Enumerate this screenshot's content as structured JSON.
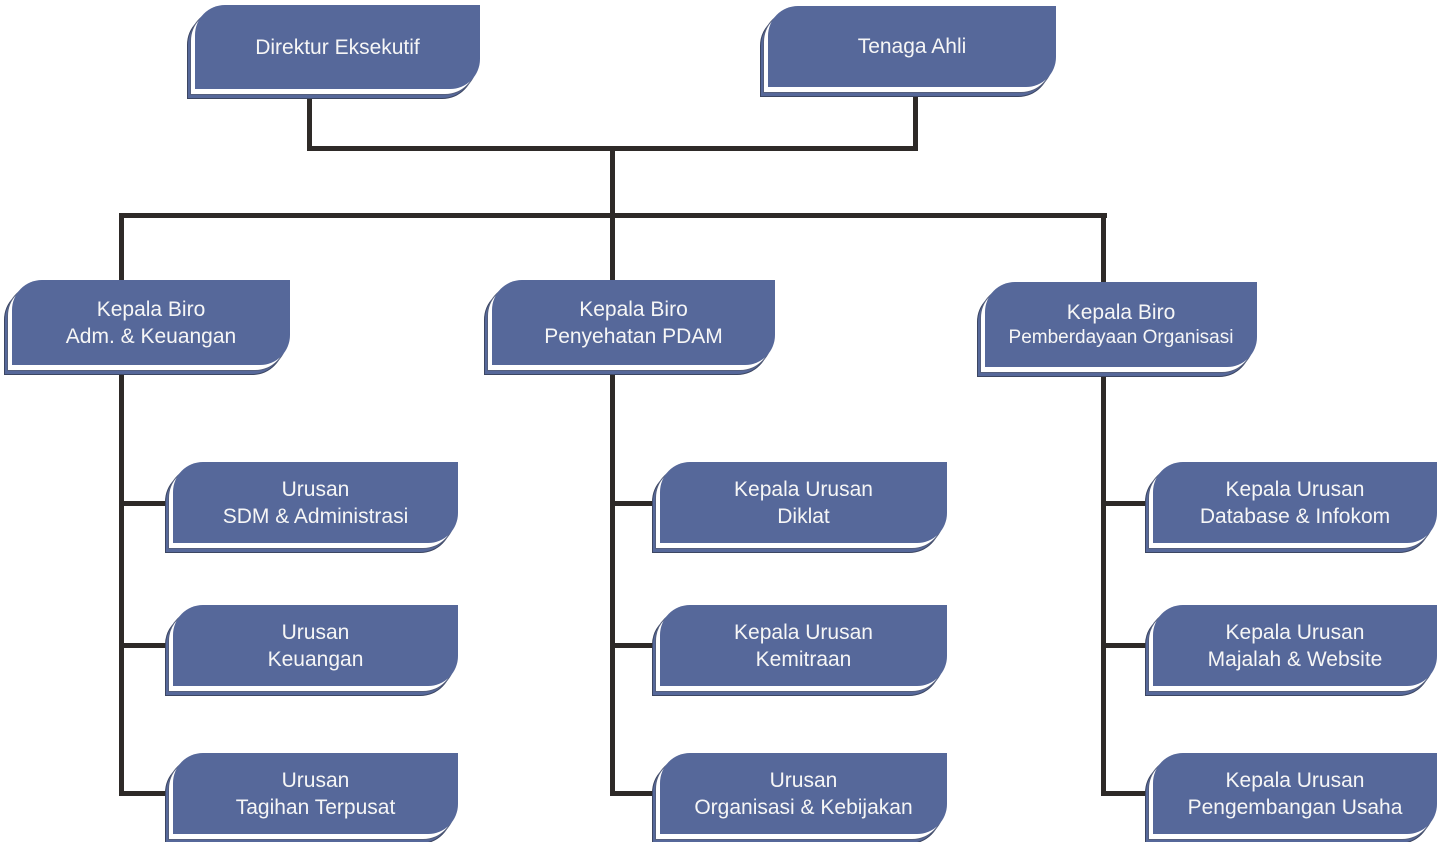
{
  "diagram": {
    "type": "org-chart",
    "background": "#ffffff",
    "palette": {
      "node_fill": "#56689a",
      "node_text": "#f6f6f6",
      "node_outline_white": "#ffffff",
      "node_outline_dark": "#3c4662",
      "connector": "#2e2a28"
    }
  },
  "nodes": [
    {
      "id": "direktur-eksekutif",
      "line1": "Direktur Eksekutif",
      "line2": ""
    },
    {
      "id": "tenaga-ahli",
      "line1": "Tenaga Ahli",
      "line2": ""
    },
    {
      "id": "biro-adm-keuangan",
      "line1": "Kepala Biro",
      "line2": "Adm. & Keuangan"
    },
    {
      "id": "biro-penyehatan-pdam",
      "line1": "Kepala Biro",
      "line2": "Penyehatan PDAM"
    },
    {
      "id": "biro-pemberdayaan-org",
      "line1": "Kepala Biro",
      "line2": "Pemberdayaan Organisasi"
    },
    {
      "id": "urusan-sdm-administrasi",
      "line1": "Urusan",
      "line2": "SDM &  Administrasi"
    },
    {
      "id": "urusan-keuangan",
      "line1": "Urusan",
      "line2": "Keuangan"
    },
    {
      "id": "urusan-tagihan-terpusat",
      "line1": "Urusan",
      "line2": "Tagihan Terpusat"
    },
    {
      "id": "kepala-urusan-diklat",
      "line1": "Kepala Urusan",
      "line2": "Diklat"
    },
    {
      "id": "kepala-urusan-kemitraan",
      "line1": "Kepala Urusan",
      "line2": "Kemitraan"
    },
    {
      "id": "urusan-organisasi-kebijakan",
      "line1": "Urusan",
      "line2": "Organisasi & Kebijakan"
    },
    {
      "id": "kepala-urusan-database-infokom",
      "line1": "Kepala Urusan",
      "line2": "Database & Infokom"
    },
    {
      "id": "kepala-urusan-majalah-website",
      "line1": "Kepala Urusan",
      "line2": "Majalah & Website"
    },
    {
      "id": "kepala-urusan-pengembangan-usaha",
      "line1": "Kepala Urusan",
      "line2": "Pengembangan Usaha"
    }
  ],
  "hierarchy": {
    "top": [
      "direktur-eksekutif",
      "tenaga-ahli"
    ],
    "middle": [
      "biro-adm-keuangan",
      "biro-penyehatan-pdam",
      "biro-pemberdayaan-org"
    ],
    "children": {
      "biro-adm-keuangan": [
        "urusan-sdm-administrasi",
        "urusan-keuangan",
        "urusan-tagihan-terpusat"
      ],
      "biro-penyehatan-pdam": [
        "kepala-urusan-diklat",
        "kepala-urusan-kemitraan",
        "urusan-organisasi-kebijakan"
      ],
      "biro-pemberdayaan-org": [
        "kepala-urusan-database-infokom",
        "kepala-urusan-majalah-website",
        "kepala-urusan-pengembangan-usaha"
      ]
    }
  }
}
